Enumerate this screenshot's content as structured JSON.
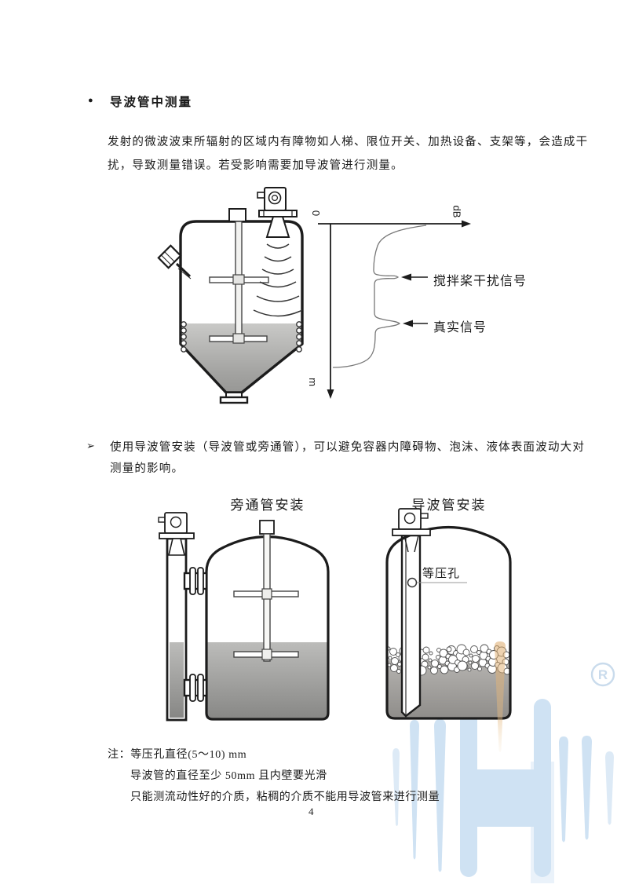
{
  "page": {
    "number": "4"
  },
  "section1": {
    "bullet": "●",
    "heading": "导波管中测量",
    "lines": [
      "发射的微波波束所辐射的区域内有障物如人梯、限位开关、加热设备、支架等，会造成干",
      "扰，导致测量错误。若受影响需要加导波管进行测量。"
    ]
  },
  "echo_chart": {
    "type": "line",
    "origin_label": "0",
    "x_axis_label": "dB",
    "y_axis_label": "m",
    "annotations": [
      {
        "label": "搅拌桨干扰信号"
      },
      {
        "label": "真实信号"
      }
    ]
  },
  "section2": {
    "bullet": "➢",
    "lines": [
      "使用导波管安装（导波管或旁通管），可以避免容器内障碍物、泡沫、液体表面波动大对",
      "测量的影响。"
    ]
  },
  "figures": {
    "left_title": "旁通管安装",
    "right_title": "导波管安装",
    "hole_label": "等压孔"
  },
  "notes": {
    "line1": "注：等压孔直径(5～10) mm",
    "line2": "导波管的直径至少 50mm 且内壁要光滑",
    "line3": "只能测流动性好的介质，粘稠的介质不能用导波管来进行测量"
  },
  "watermark": {
    "registered_text": "R",
    "color": "#cfe2f3",
    "accent": "#dda968"
  },
  "colors": {
    "line": "#1c1c1c",
    "liquid_top": "#c6c6c4",
    "liquid_bottom": "#8a8a88"
  }
}
